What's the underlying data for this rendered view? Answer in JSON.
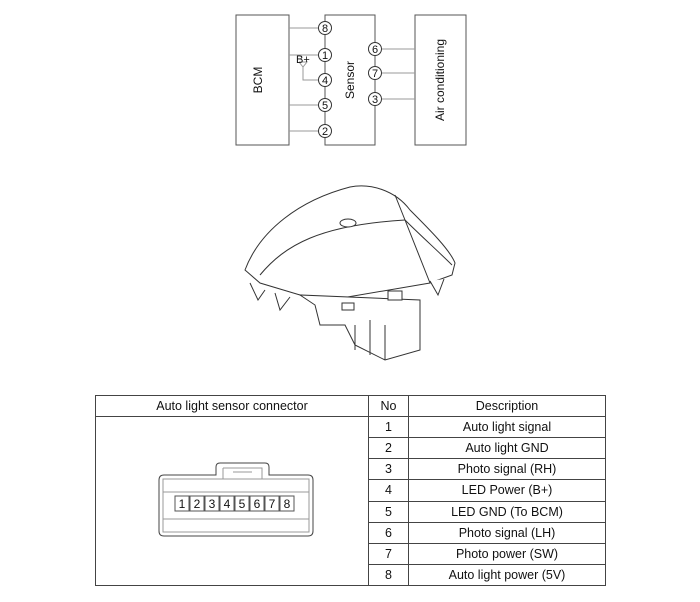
{
  "wiring": {
    "bcm_label": "BCM",
    "sensor_label": "Sensor",
    "ac_label": "Air conditioning",
    "bplus_label": "B+",
    "left_pins": [
      "8",
      "1",
      "4",
      "5",
      "2"
    ],
    "right_pins": [
      "6",
      "7",
      "3"
    ]
  },
  "table": {
    "headers": [
      "Auto light sensor connector",
      "No",
      "Description"
    ],
    "connector_pins": [
      "1",
      "2",
      "3",
      "4",
      "5",
      "6",
      "7",
      "8"
    ],
    "rows": [
      {
        "no": "1",
        "desc": "Auto light signal"
      },
      {
        "no": "2",
        "desc": "Auto light GND"
      },
      {
        "no": "3",
        "desc": "Photo signal (RH)"
      },
      {
        "no": "4",
        "desc": "LED Power (B+)"
      },
      {
        "no": "5",
        "desc": "LED GND (To BCM)"
      },
      {
        "no": "6",
        "desc": "Photo signal (LH)"
      },
      {
        "no": "7",
        "desc": "Photo power (SW)"
      },
      {
        "no": "8",
        "desc": "Auto light power (5V)"
      }
    ]
  }
}
